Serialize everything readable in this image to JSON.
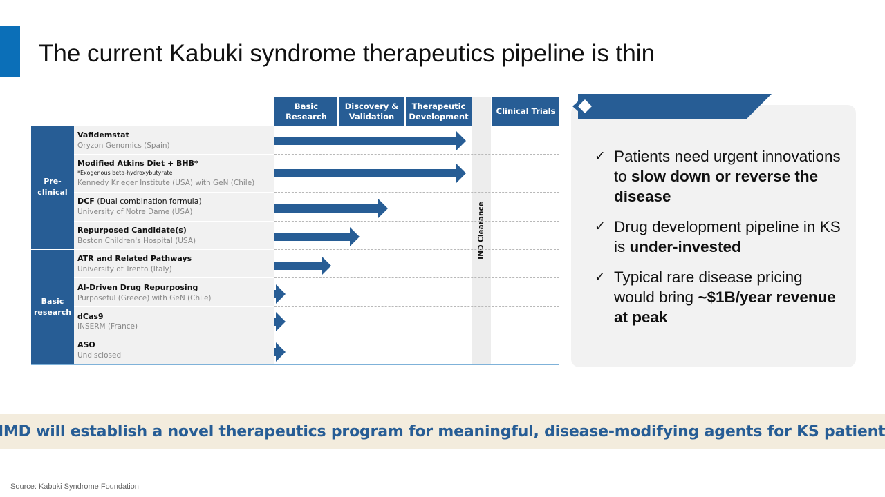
{
  "slide": {
    "title": "The current Kabuki syndrome therapeutics pipeline is thin",
    "source": "Source: Kabuki Syndrome Foundation",
    "accent_color": "#0b6fb8",
    "brand_color": "#275d95"
  },
  "pipeline": {
    "phases": [
      {
        "line1": "Basic",
        "line2": "Research"
      },
      {
        "line1": "Discovery &",
        "line2": "Validation"
      },
      {
        "line1": "Therapeutic",
        "line2": "Development"
      }
    ],
    "ind_clearance": "IND Clearance",
    "clinical_trials": "Clinical Trials",
    "groups": [
      {
        "line1": "Pre-",
        "line2": "clinical"
      },
      {
        "line1": "Basic",
        "line2": "research"
      }
    ],
    "rows": [
      {
        "name": "Vafidemstat",
        "note": "",
        "org": "Oryzon Genomics (Spain)",
        "progress": 0.95
      },
      {
        "name": "Modified Atkins Diet + BHB*",
        "note": "*Exogenous beta-hydroxybutyrate",
        "org": "Kennedy Krieger Institute (USA) with GeN (Chile)",
        "progress": 0.95
      },
      {
        "name": "DCF",
        "name_suffix": " (Dual combination formula)",
        "note": "",
        "org": "University of Notre Dame (USA)",
        "progress": 0.56
      },
      {
        "name": "Repurposed Candidate(s)",
        "note": "",
        "org": "Boston Children's Hospital (USA)",
        "progress": 0.42
      },
      {
        "name": "ATR and Related Pathways",
        "note": "",
        "org": "University of Trento (Italy)",
        "progress": 0.28
      },
      {
        "name": "AI-Driven Drug Repurposing",
        "note": "",
        "org": "Purposeful (Greece) with GeN (Chile)",
        "progress": 0.05
      },
      {
        "name": "dCas9",
        "note": "",
        "org": "INSERM (France)",
        "progress": 0.05
      },
      {
        "name": "ASO",
        "note": "",
        "org": "Undisclosed",
        "progress": 0.05
      }
    ]
  },
  "panel": {
    "check_icon": "check-icon",
    "bullets": [
      {
        "plain": "Patients need urgent innovations to ",
        "bold": "slow down or reverse the disease",
        "tail": ""
      },
      {
        "plain": "Drug development pipeline in KS is ",
        "bold": "under-invested",
        "tail": ""
      },
      {
        "plain": "Typical rare disease pricing would bring ",
        "bold": "~$1B/year revenue at peak",
        "tail": ""
      }
    ],
    "check_glyph": "✓"
  },
  "banner": {
    "text": "HMD will establish a novel therapeutics program for meaningful, disease-modifying agents for KS patients",
    "background": "#f3ecdd"
  }
}
